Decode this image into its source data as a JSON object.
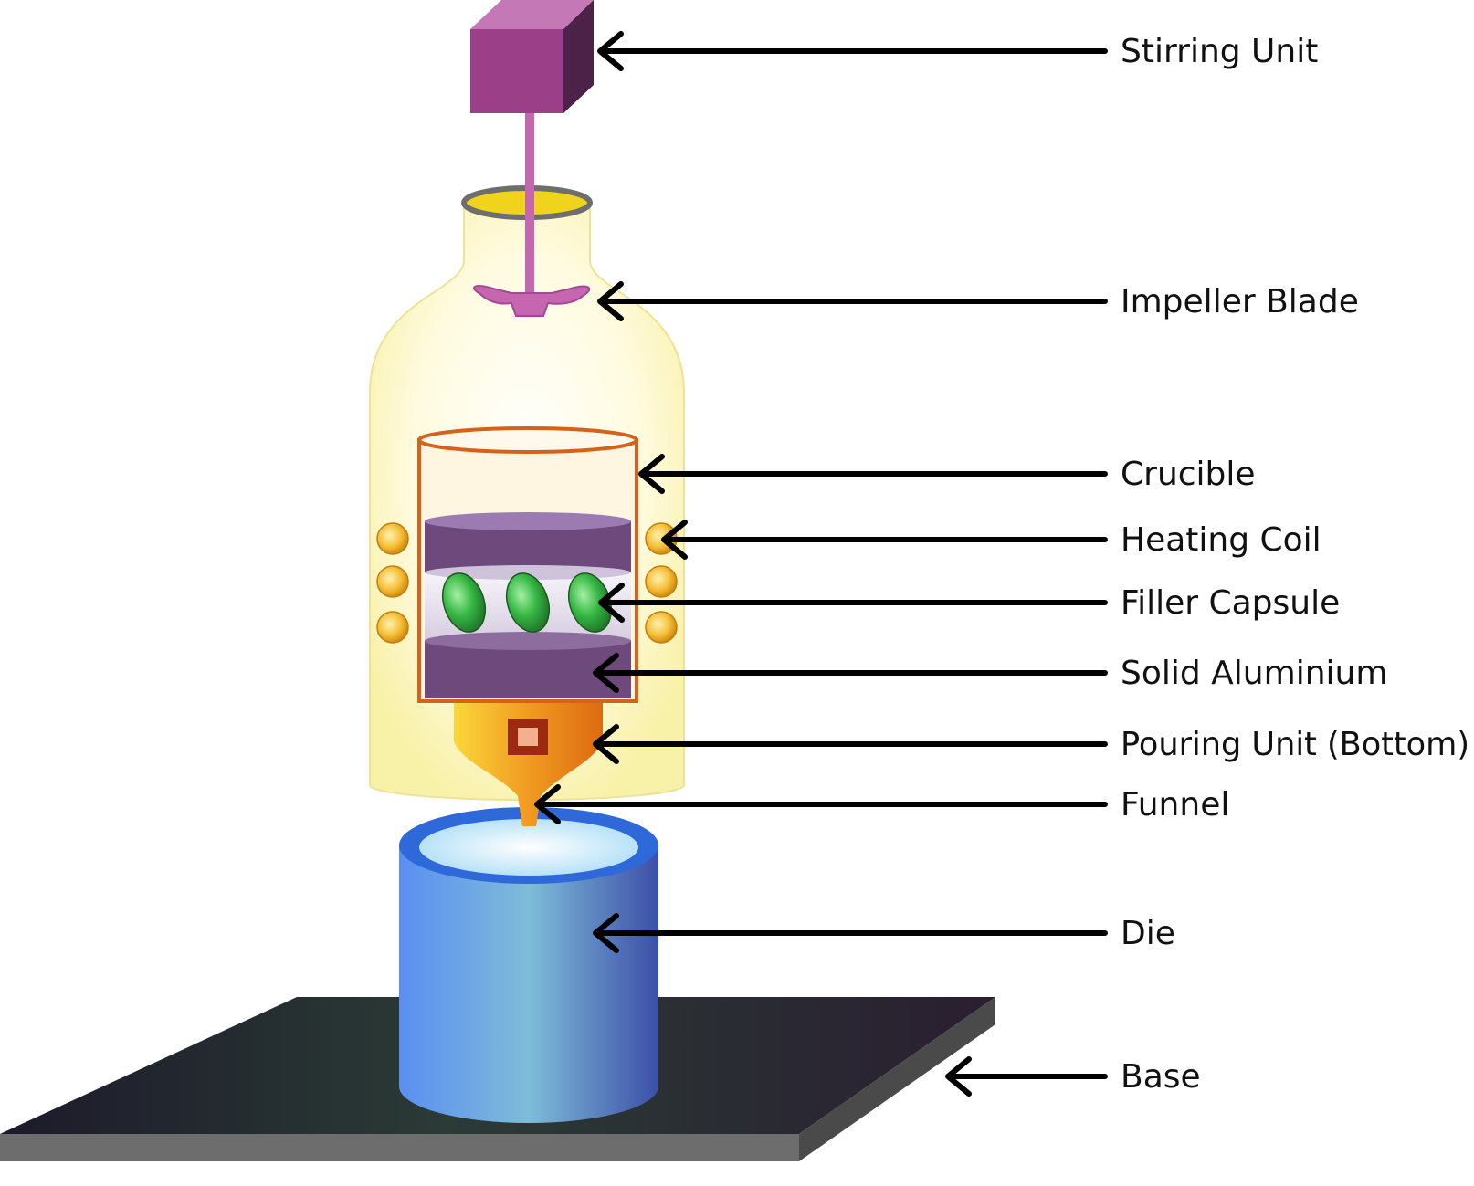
{
  "labels": {
    "stirring_unit": "Stirring Unit",
    "impeller_blade": "Impeller Blade",
    "crucible": "Crucible",
    "heating_coil": "Heating Coil",
    "filler_capsule": "Filler Capsule",
    "solid_aluminium": "Solid Aluminium",
    "pouring_unit": "Pouring Unit (Bottom)",
    "funnel": "Funnel",
    "die": "Die",
    "base": "Base"
  },
  "colors": {
    "stirring_unit": "#9b3f88",
    "shaft": "#c766b0",
    "furnace_glass": "#fdf6b8",
    "crucible_wall": "#d4621a",
    "aluminium": "#6e4a7c",
    "filler_capsule": "#2f9e3a",
    "heating_coil": "#f2b134",
    "pouring_unit": "#e87b16",
    "die": "#4a86e8",
    "base": "#2a2a34"
  }
}
